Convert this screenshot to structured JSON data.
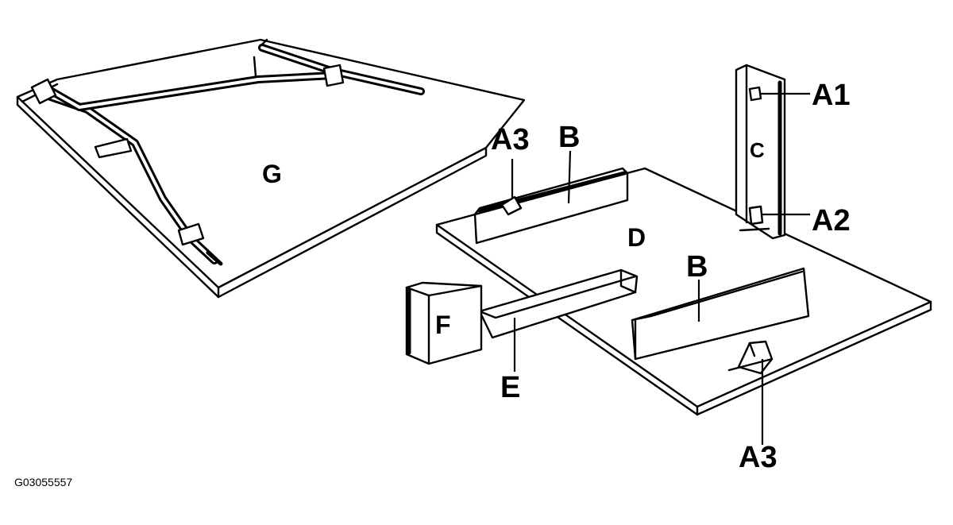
{
  "callouts": {
    "a1": "A1",
    "a2": "A2",
    "a3_top": "A3",
    "a3_bottom": "A3",
    "b_top": "B",
    "b_bottom": "B",
    "c": "C",
    "d": "D",
    "e": "E",
    "f": "F",
    "g": "G"
  },
  "figure_id": "G03055557"
}
